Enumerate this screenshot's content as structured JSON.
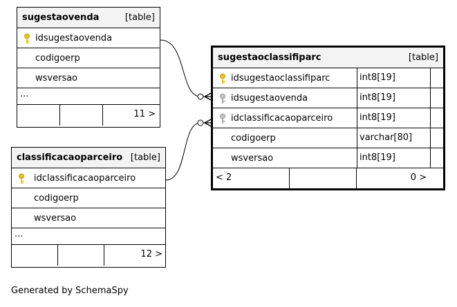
{
  "tables": {
    "sugestaovenda": {
      "name": "sugestaovenda",
      "type": "[table]",
      "columns": [
        "idsugestaovenda",
        "codigoerp",
        "wsversao"
      ],
      "more": "...",
      "footer": [
        "",
        "",
        "11 >"
      ]
    },
    "classificacaoparceiro": {
      "name": "classificacaoparceiro",
      "type": "[table]",
      "columns": [
        "idclassificacaoparceiro",
        "codigoerp",
        "wsversao"
      ],
      "more": "...",
      "footer": [
        "",
        "",
        "12 >"
      ]
    },
    "sugestaoclassifiparc": {
      "name": "sugestaoclassifiparc",
      "type": "[table]",
      "columns": [
        {
          "name": "idsugestaoclassifiparc",
          "type": "int8[19]"
        },
        {
          "name": "idsugestaovenda",
          "type": "int8[19]"
        },
        {
          "name": "idclassificacaoparceiro",
          "type": "int8[19]"
        },
        {
          "name": "codigoerp",
          "type": "varchar[80]"
        },
        {
          "name": "wsversao",
          "type": "int8[19]"
        }
      ],
      "footer": [
        "< 2",
        "",
        "0 >"
      ]
    }
  },
  "footer_text": "Generated by SchemaSpy",
  "colors": {
    "primary_key": "#e8c21a",
    "foreign_key": "#a8a8a8",
    "header_bg": "#f3f3f3"
  }
}
